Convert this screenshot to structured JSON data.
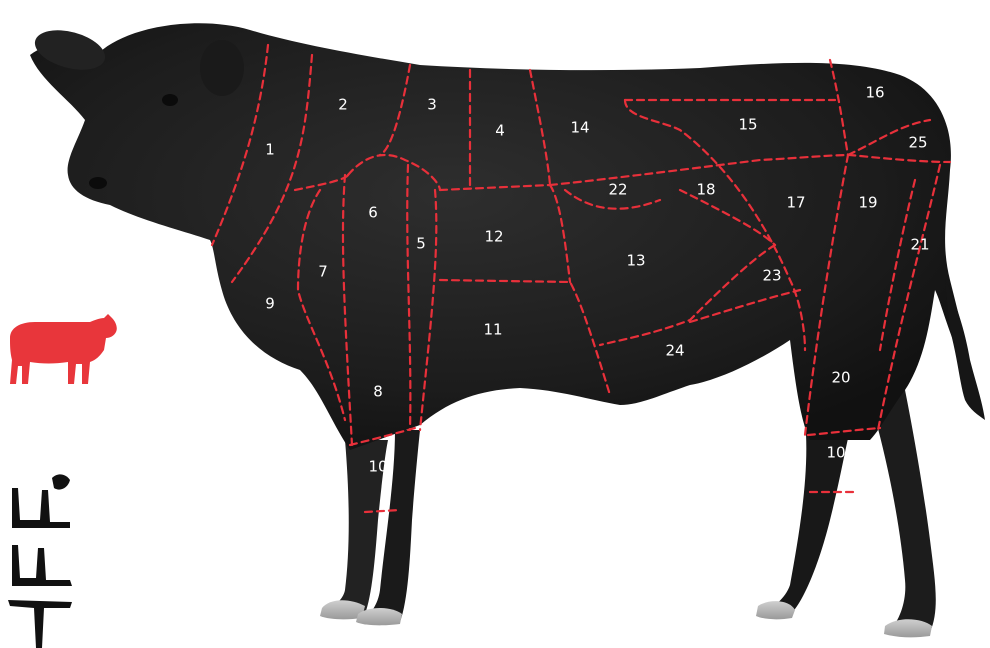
{
  "diagram": {
    "cut_labels": [
      "1",
      "2",
      "3",
      "4",
      "5",
      "6",
      "7",
      "8",
      "9",
      "10",
      "10",
      "11",
      "12",
      "13",
      "14",
      "15",
      "16",
      "17",
      "18",
      "19",
      "20",
      "21",
      "22",
      "23",
      "24",
      "25"
    ]
  },
  "colors": {
    "cow_body": "#1f1f1f",
    "cut_lines": "#e8303a",
    "label_text": "#ffffff",
    "icon_red": "#e8363b",
    "brush_marks": "#111111"
  },
  "icons": [
    "cow-silhouette-icon",
    "brush-logo-icon"
  ]
}
